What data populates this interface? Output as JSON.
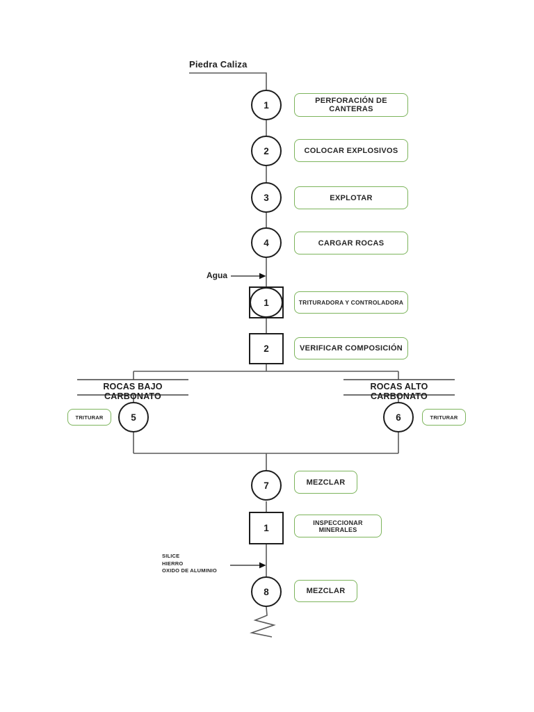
{
  "colors": {
    "label_box_border": "#7cb45b",
    "connector_line": "#595959",
    "shape_border": "#1c1c1c",
    "text": "#1f1f1f"
  },
  "diagram": {
    "source_label": "Piedra Caliza",
    "main_steps": [
      {
        "shape": "circle",
        "number": "1",
        "label": "PERFORACIÓN DE CANTERAS"
      },
      {
        "shape": "circle",
        "number": "2",
        "label": "COLOCAR EXPLOSIVOS"
      },
      {
        "shape": "circle",
        "number": "3",
        "label": "EXPLOTAR"
      },
      {
        "shape": "circle",
        "number": "4",
        "label": "CARGAR ROCAS"
      },
      {
        "shape": "circle-in-square",
        "number": "1",
        "label": "TRITURADORA Y CONTROLADORA"
      },
      {
        "shape": "square",
        "number": "2",
        "label": "VERIFICAR COMPOSICIÓN"
      }
    ],
    "input_agua": {
      "label": "Agua"
    },
    "branch_left": {
      "title": "ROCAS BAJO CARBONATO",
      "node_number": "5",
      "label": "TRITURAR"
    },
    "branch_right": {
      "title": "ROCAS ALTO CARBONATO",
      "node_number": "6",
      "label": "TRITURAR"
    },
    "merge_steps": [
      {
        "shape": "circle",
        "number": "7",
        "label": "MEZCLAR"
      },
      {
        "shape": "square",
        "number": "1",
        "label": "INSPECCIONAR MINERALES"
      },
      {
        "shape": "circle",
        "number": "8",
        "label": "MEZCLAR"
      }
    ],
    "input_minerals": {
      "lines": [
        "SILICE",
        "HIERRO",
        "OXIDO DE ALUMINIO"
      ]
    }
  }
}
